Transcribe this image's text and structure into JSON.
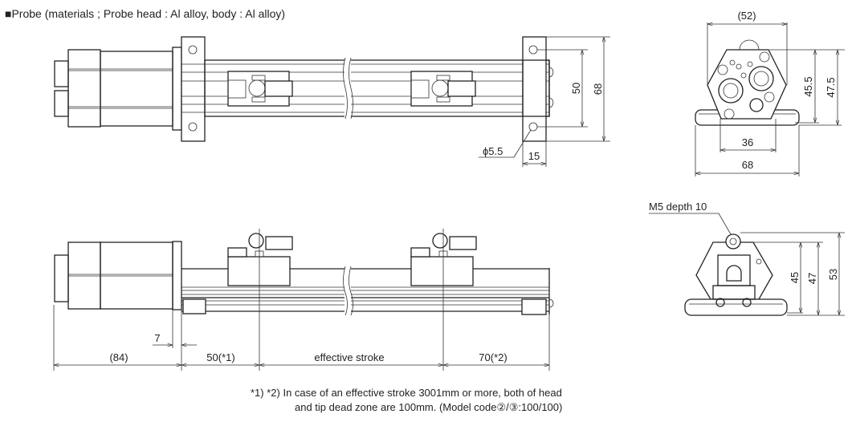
{
  "title": "■Probe (materials ; Probe head : Al alloy, body : Al alloy)",
  "top_view": {
    "dim_hole_pitch": "50",
    "dim_width": "68",
    "dim_hole_dia": "ϕ5.5",
    "dim_bracket": "15"
  },
  "side_view": {
    "dim_body": "(84)",
    "dim_flange": "7",
    "dim_head_dead": "50(*1)",
    "dim_stroke": "effective stroke",
    "dim_tip_dead": "70(*2)"
  },
  "end_view_top": {
    "dim_overall": "(52)",
    "dim_h1": "45.5",
    "dim_h2": "47.5",
    "dim_base_inner": "36",
    "dim_base": "68"
  },
  "end_view_bottom": {
    "thread_label": "M5 depth 10",
    "dim_h1": "45",
    "dim_h2": "47",
    "dim_h3": "53"
  },
  "note": {
    "line1": "*1) *2) In case of an effective stroke 3001mm or more, both of head",
    "line2": "and tip dead zone are 100mm. (Model code②/③:100/100)"
  }
}
